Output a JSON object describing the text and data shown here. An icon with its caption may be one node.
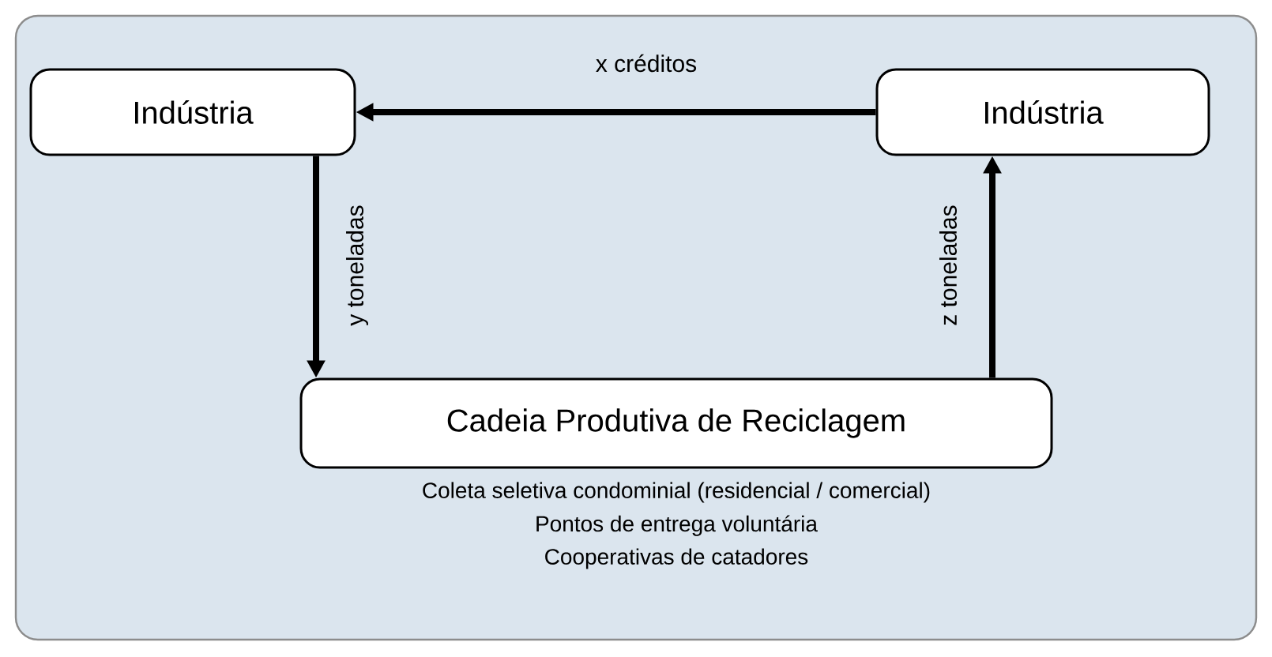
{
  "diagram": {
    "nodes": [
      {
        "text": [
          "Indústria"
        ]
      },
      {
        "text": [
          "Indústria"
        ]
      },
      {
        "text": [
          "Cadeia Produtiva de Reciclagem"
        ],
        "beside": [
          "Coleta seletiva condominial (residencial / comercial)",
          "Pontos de entrega voluntária",
          "Cooperativas de catadores"
        ]
      }
    ],
    "edges": [
      {
        "from": 1,
        "to": 0,
        "arrow": "to",
        "label": "x créditos"
      },
      {
        "from": 0,
        "to": 2,
        "arrow": "to",
        "label": "y toneladas"
      },
      {
        "from": 2,
        "to": 1,
        "arrow": "to",
        "label": "z toneladas"
      }
    ]
  }
}
